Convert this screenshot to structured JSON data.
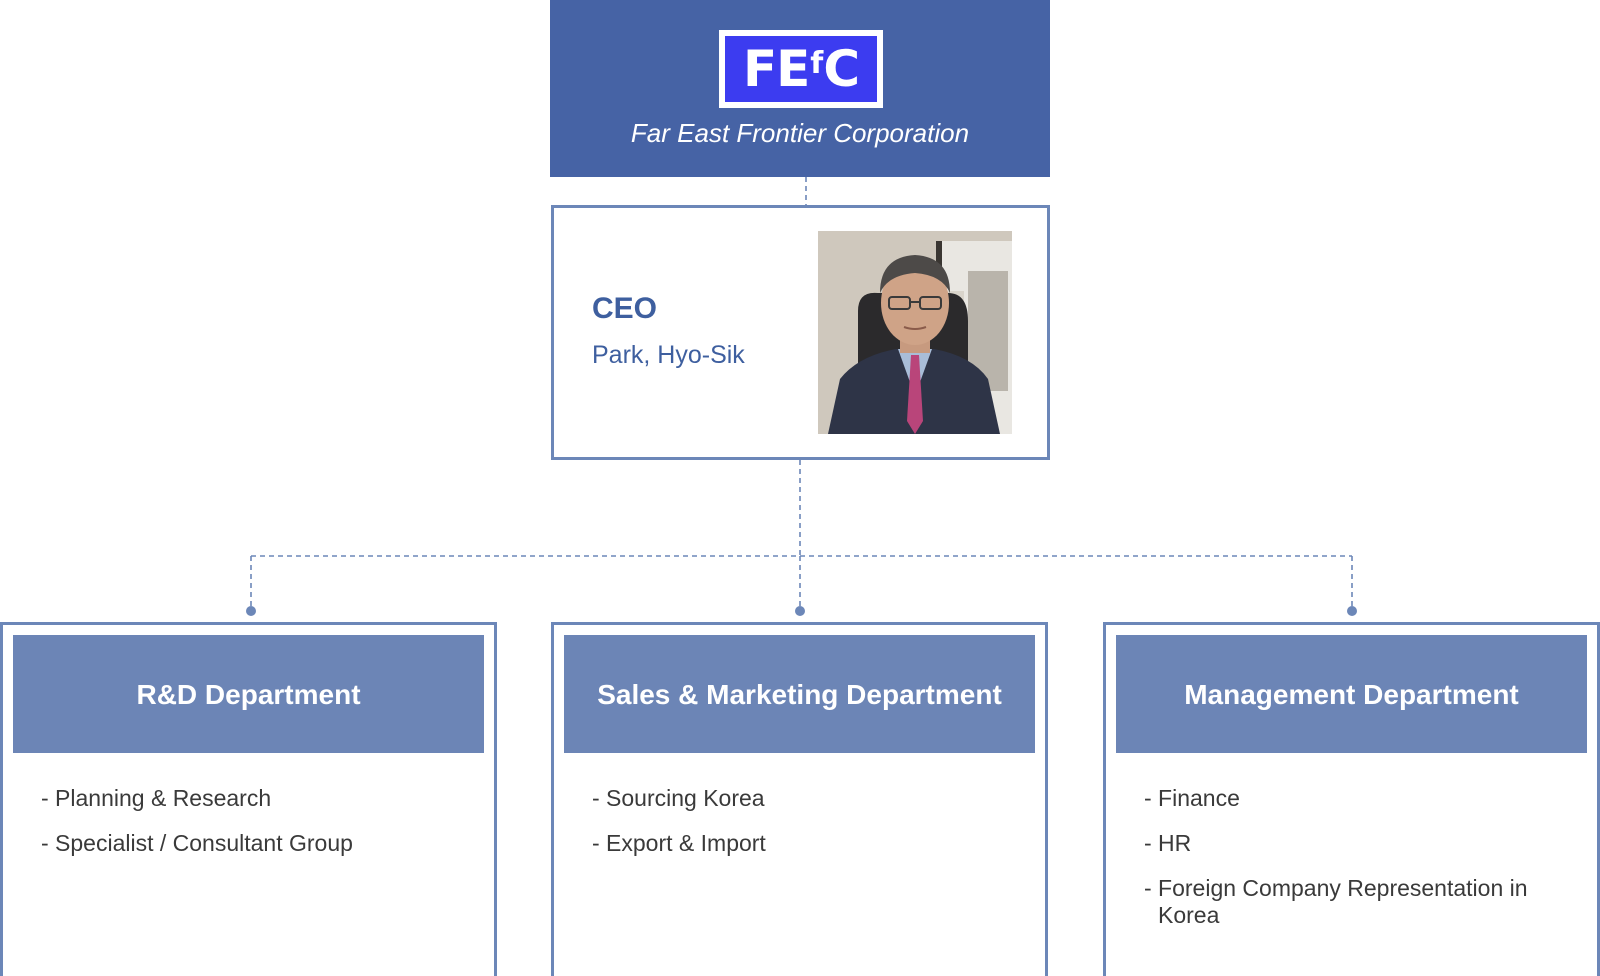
{
  "company": {
    "logo_text": "FEfC",
    "name": "Far East Frontier Corporation"
  },
  "ceo": {
    "title": "CEO",
    "name": "Park, Hyo-Sik"
  },
  "departments": [
    {
      "name": "R&D Department",
      "items": [
        "- Planning & Research",
        "- Specialist / Consultant Group"
      ]
    },
    {
      "name": "Sales & Marketing Department",
      "items": [
        "- Sourcing Korea",
        "- Export & Import"
      ]
    },
    {
      "name": "Management Department",
      "items": [
        "- Finance",
        "- HR",
        "- Foreign Company Representation in Korea"
      ]
    }
  ],
  "colors": {
    "header_bg": "#4663a5",
    "logo_blue": "#3c3cf0",
    "card_border": "#6c87b8",
    "dept_head_bg": "#6c85b6",
    "text_blue": "#3e5f9f",
    "text_dark": "#3a3a3a"
  }
}
